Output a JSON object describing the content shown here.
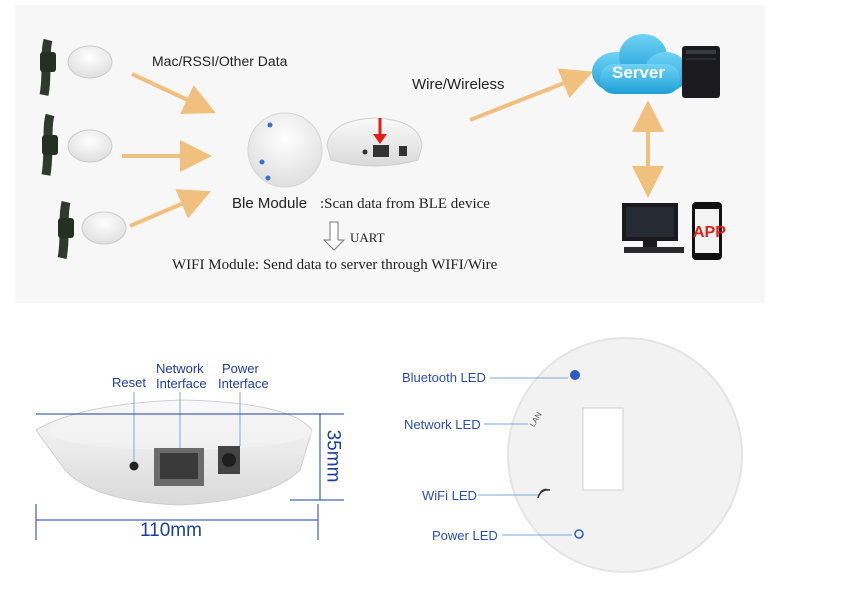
{
  "top": {
    "mac_label": "Mac/RSSI/Other Data",
    "wire_label": "Wire/Wireless",
    "server_label": "Server",
    "ble_module": "Ble Module",
    "ble_text": ":Scan data from BLE device",
    "uart_label": "UART",
    "wifi_text": "WIFI Module: Send data to server through WIFI/Wire",
    "app_label": "APP"
  },
  "device_side": {
    "reset": "Reset",
    "network_line1": "Network",
    "network_line2": "Interface",
    "power_line1": "Power",
    "power_line2": "Interface",
    "height_dim": "35mm",
    "width_dim": "110mm"
  },
  "device_top": {
    "bluetooth_led": "Bluetooth LED",
    "network_led": "Network LED",
    "wifi_led": "WiFi LED",
    "power_led": "Power LED",
    "lan_mark": "LAN"
  },
  "colors": {
    "arrow": "#f1c07e",
    "server_cloud": "#3ab8e8",
    "dim_blue": "#1b3f9e",
    "led_blue": "#2a4fb4",
    "app_red": "#e0211b"
  }
}
